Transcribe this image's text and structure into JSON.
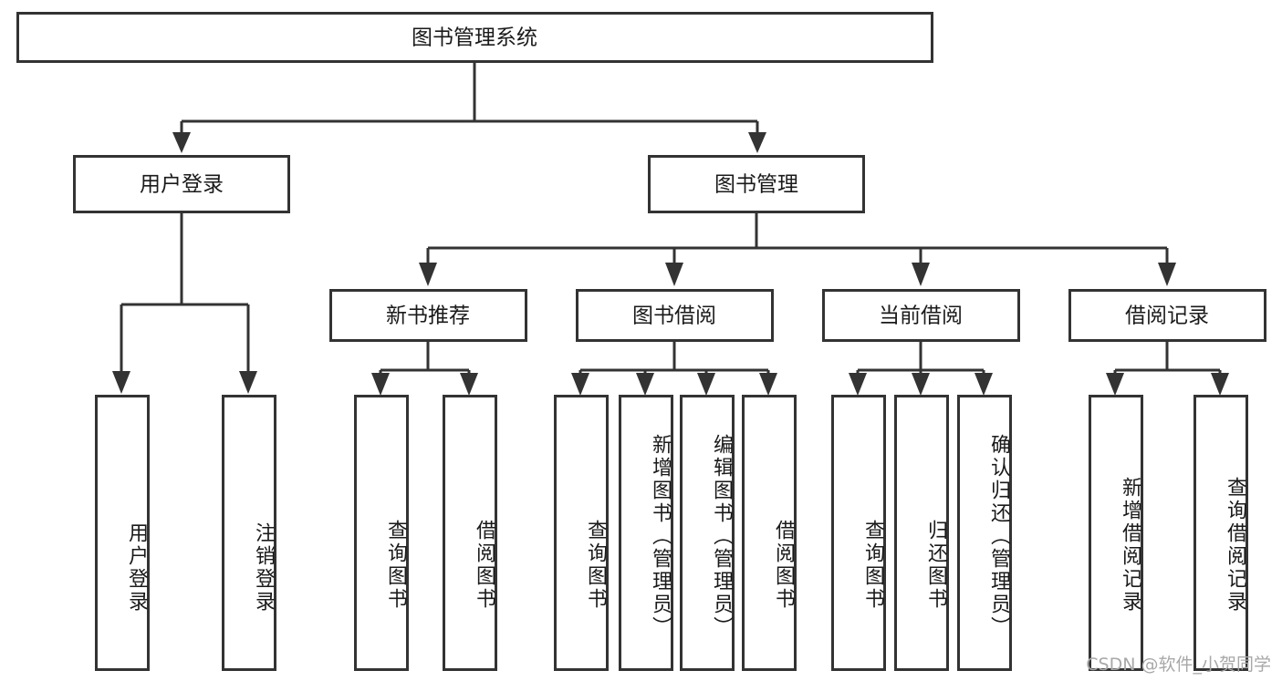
{
  "diagram": {
    "title": "图书管理系统",
    "type": "tree-hierarchy-diagram",
    "colors": {
      "box_stroke": "#333333",
      "box_fill": "#ffffff",
      "text": "#1a1a1a",
      "background": "#ffffff",
      "watermark": "#a8a8a8"
    },
    "root": {
      "label": "图书管理系统"
    },
    "level2": [
      {
        "label": "用户登录"
      },
      {
        "label": "图书管理"
      }
    ],
    "level3": [
      {
        "label": "新书推荐"
      },
      {
        "label": "图书借阅"
      },
      {
        "label": "当前借阅"
      },
      {
        "label": "借阅记录"
      }
    ],
    "leaves": {
      "user_login": [
        {
          "label": "用户登录"
        },
        {
          "label": "注销登录"
        }
      ],
      "new_book_recommend": [
        {
          "label": "查询图书"
        },
        {
          "label": "借阅图书"
        }
      ],
      "book_borrow": [
        {
          "label": "查询图书"
        },
        {
          "label": "新增图书（管理员）"
        },
        {
          "label": "编辑图书（管理员）"
        },
        {
          "label": "借阅图书"
        }
      ],
      "current_borrow": [
        {
          "label": "查询图书"
        },
        {
          "label": "归还图书"
        },
        {
          "label": "确认归还（管理员）"
        }
      ],
      "borrow_record": [
        {
          "label": "新增借阅记录"
        },
        {
          "label": "查询借阅记录"
        }
      ]
    }
  },
  "watermark": {
    "text": "CSDN @软件_小贺同学"
  }
}
